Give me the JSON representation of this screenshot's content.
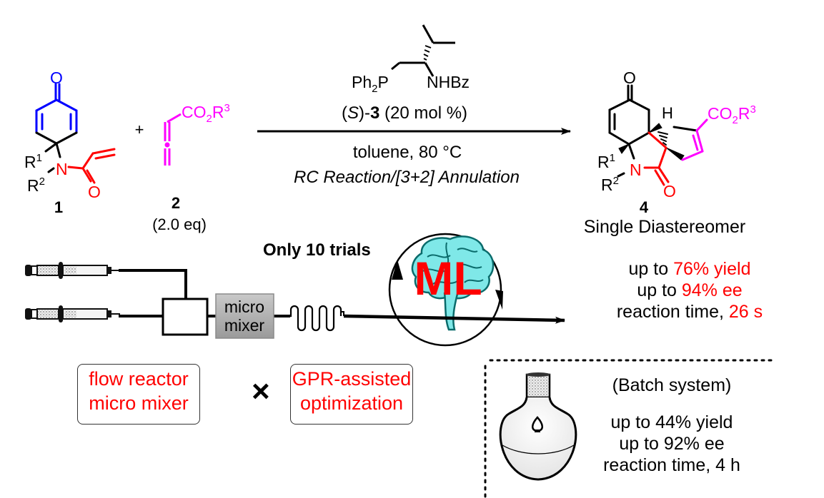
{
  "reaction": {
    "reactant1": {
      "label": "1",
      "substituents": [
        "R1",
        "R2"
      ],
      "groups": {
        "ketone_O": "O",
        "nitrogen": "N",
        "amide_O": "O"
      }
    },
    "plus": "+",
    "reactant2": {
      "label": "2",
      "ester": "CO2R3",
      "equiv": "(2.0 eq)"
    },
    "catalyst": {
      "left_group": "Ph2P",
      "right_group": "NHBz",
      "name_prefix": "(",
      "stereo": "S",
      "name_mid": ")-",
      "number": "3",
      "loading": " (20 mol %)"
    },
    "conditions": {
      "solvent_temp": "toluene, 80 °C",
      "reaction_type": "RC Reaction/[3+2] Annulation"
    },
    "product": {
      "label": "4",
      "ester": "CO2R3",
      "H": "H",
      "description": "Single Diastereomer",
      "substituents": [
        "R1",
        "R2"
      ]
    }
  },
  "flow_system": {
    "trials_label": "Only 10 trials",
    "mixer_label_line1": "micro",
    "mixer_label_line2": "mixer",
    "ml_label": "ML",
    "results": {
      "yield_prefix": "up to ",
      "yield_value": "76% yield",
      "ee_prefix": "up to ",
      "ee_value": "94% ee",
      "time_prefix": "reaction time, ",
      "time_value": "26 s"
    }
  },
  "bottom": {
    "box1_line1": "flow reactor",
    "box1_line2": "micro mixer",
    "times_symbol": "×",
    "box2_line1": "GPR-assisted",
    "box2_line2": "optimization"
  },
  "batch_system": {
    "title": "(Batch system)",
    "yield": "up to 44% yield",
    "ee": "up to 92% ee",
    "time": "reaction time, 4 h"
  },
  "colors": {
    "highlight_red": "#ff0000",
    "dienone_blue": "#0000ff",
    "allenoate_magenta": "#ff00ff",
    "brain_fill": "#7fe8e8",
    "brain_stroke": "#0a6b6b",
    "mixer_gray": "#b5b5b5"
  }
}
